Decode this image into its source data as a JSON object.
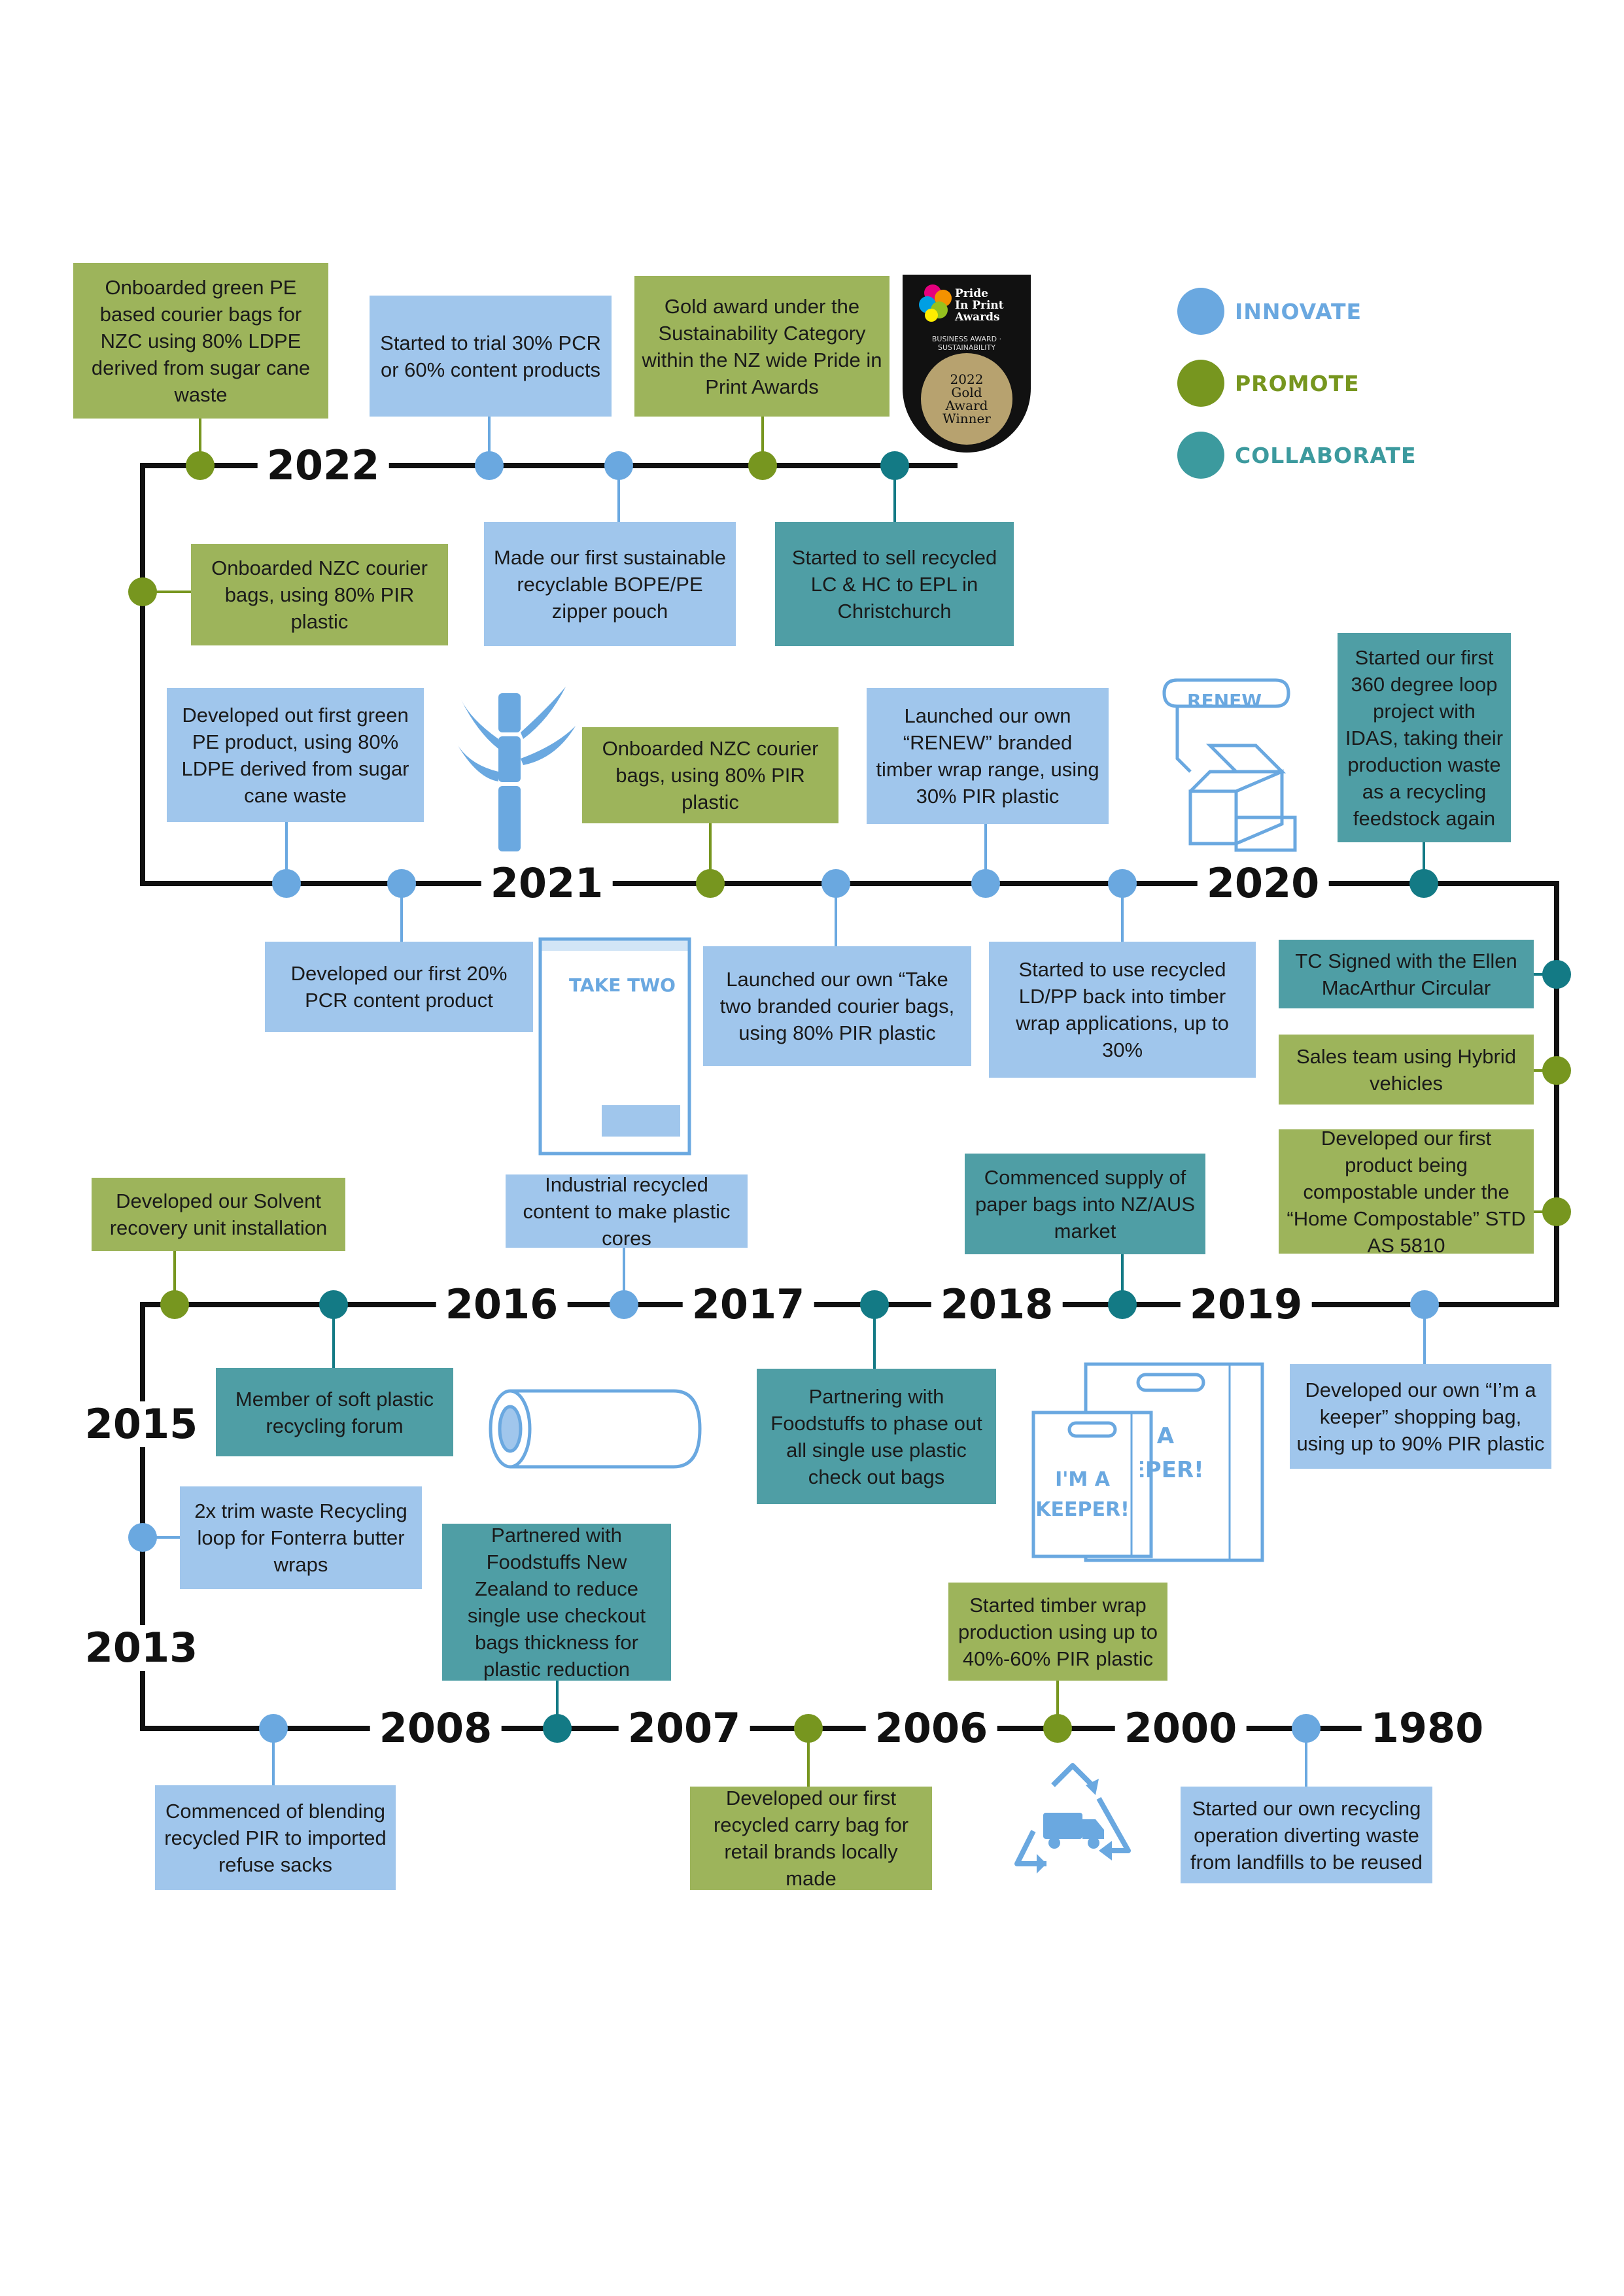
{
  "legend": {
    "items": [
      {
        "label": "INNOVATE",
        "color": "#6aa8e0"
      },
      {
        "label": "PROMOTE",
        "color": "#77961f"
      },
      {
        "label": "COLLABORATE",
        "color": "#3c9a9e"
      }
    ]
  },
  "colors": {
    "innovate_box": "#a0c6ec",
    "promote_box": "#9db45b",
    "collaborate_box": "#4f9ea5",
    "innovate_dot": "#6aa8e0",
    "promote_dot": "#77961f",
    "collaborate_dot": "#137a85",
    "line": "#111111"
  },
  "years": [
    "2022",
    "2021",
    "2020",
    "2016",
    "2017",
    "2018",
    "2019",
    "2015",
    "2013",
    "2008",
    "2007",
    "2006",
    "2000",
    "1980"
  ],
  "milestones": [
    {
      "text": "Onboarded green PE based courier bags for NZC using 80% LDPE derived from sugar cane waste",
      "category": "promote"
    },
    {
      "text": "Started to trial 30% PCR or 60% content products",
      "category": "innovate"
    },
    {
      "text": "Gold award under the Sustainability Category within the NZ wide Pride in Print Awards",
      "category": "promote"
    },
    {
      "text": "Onboarded NZC courier bags, using 80% PIR plastic",
      "category": "promote"
    },
    {
      "text": "Made our first sustainable recyclable BOPE/PE zipper pouch",
      "category": "innovate"
    },
    {
      "text": "Started to sell recycled LC & HC to EPL in Christchurch",
      "category": "collaborate"
    },
    {
      "text": "Developed out first green PE product, using 80% LDPE derived from sugar cane waste",
      "category": "innovate"
    },
    {
      "text": "Onboarded NZC courier bags, using 80% PIR plastic",
      "category": "promote"
    },
    {
      "text": "Launched our own “RENEW” branded timber wrap range, using 30% PIR plastic",
      "category": "innovate"
    },
    {
      "text": "Started our first 360 degree loop project with IDAS, taking their production waste as a recycling feedstock again",
      "category": "collaborate"
    },
    {
      "text": "Developed our first 20% PCR content product",
      "category": "innovate"
    },
    {
      "text": "Launched our own “Take two branded courier bags, using 80% PIR plastic",
      "category": "innovate"
    },
    {
      "text": "Started to use recycled LD/PP back into timber wrap applications, up to 30%",
      "category": "innovate"
    },
    {
      "text": "TC Signed with the Ellen MacArthur Circular",
      "category": "collaborate"
    },
    {
      "text": "Sales team using Hybrid vehicles",
      "category": "promote"
    },
    {
      "text": "Developed our first product being compostable under the “Home Compostable” STD AS 5810",
      "category": "promote"
    },
    {
      "text": "Developed our Solvent recovery unit installation",
      "category": "promote"
    },
    {
      "text": "Industrial recycled content to make plastic cores",
      "category": "innovate"
    },
    {
      "text": "Commenced supply of paper bags into NZ/AUS market",
      "category": "collaborate"
    },
    {
      "text": "Member of soft plastic recycling forum",
      "category": "collaborate"
    },
    {
      "text": "Partnering with Foodstuffs to phase out all single use plastic check out bags",
      "category": "collaborate"
    },
    {
      "text": "Developed our own “I’m a keeper” shopping bag, using up to 90% PIR plastic",
      "category": "innovate"
    },
    {
      "text": "2x trim waste Recycling loop for Fonterra butter wraps",
      "category": "innovate"
    },
    {
      "text": "Partnered with Foodstuffs New Zealand to reduce single use checkout bags thickness for plastic reduction",
      "category": "collaborate"
    },
    {
      "text": "Started timber wrap production using up to 40%-60% PIR plastic",
      "category": "promote"
    },
    {
      "text": "Commenced of blending recycled PIR to imported refuse sacks",
      "category": "innovate"
    },
    {
      "text": "Developed our first recycled carry bag for retail brands locally made",
      "category": "promote"
    },
    {
      "text": "Started our own recycling operation diverting waste from landfills to be reused",
      "category": "innovate"
    }
  ],
  "award_badge": {
    "title_lines": [
      "Pride",
      "In Print",
      "Awards"
    ],
    "arc_text": "BUSINESS AWARD · SUSTAINABILITY",
    "coin_lines": [
      "2022",
      "Gold",
      "Award",
      "Winner"
    ]
  },
  "illustrations": {
    "renew_label": "RENEW",
    "take_two_label": "TAKE TWO",
    "keeper_front": [
      "I'M A",
      "KEEPER!"
    ],
    "keeper_back": [
      "I'M A",
      "KEEPER!"
    ]
  }
}
